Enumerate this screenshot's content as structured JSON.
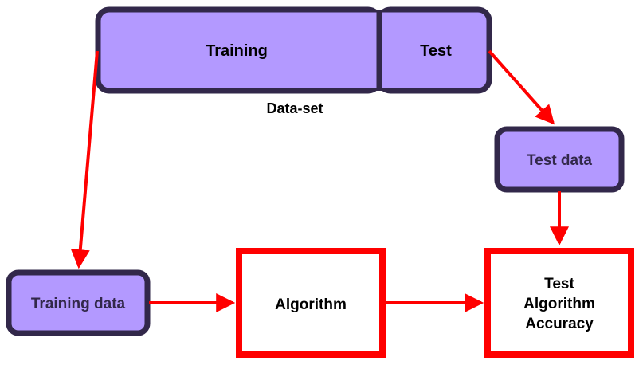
{
  "dataset": {
    "caption": "Data-set",
    "training_label": "Training",
    "test_label": "Test"
  },
  "nodes": {
    "test_data": "Test data",
    "training_data": "Training data",
    "algorithm": "Algorithm",
    "test_algorithm_accuracy": [
      "Test",
      "Algorithm",
      "Accuracy"
    ]
  },
  "colors": {
    "fill_purple": "#b399ff",
    "border_dark": "#32284a",
    "arrow_red": "#ff0000",
    "red_box_fill": "#ffffff",
    "text_dark": "#000000",
    "text_purple": "#32284a"
  }
}
